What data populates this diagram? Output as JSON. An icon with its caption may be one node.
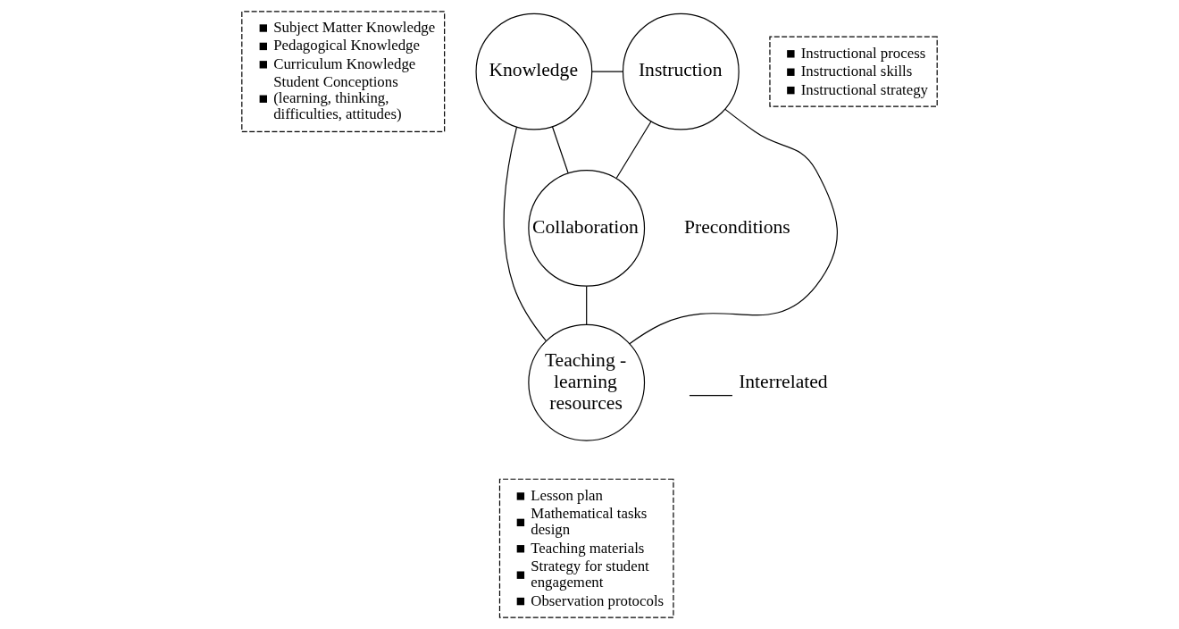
{
  "diagram": {
    "nodes": [
      {
        "text": [
          "Subject Matter Knowledge",
          "Pedagogical Knowledge",
          "Curriculum Knowledge",
          "Student Conceptions (learning, thinking, difficulties, attitudes)"
        ]
      },
      {
        "text": [
          "Knowledge"
        ]
      },
      {
        "text": [
          "Collaboration"
        ]
      },
      {
        "text": [
          "Instruction"
        ]
      },
      {
        "text": [
          "Instructional process",
          "Instructional skills",
          "Instructional strategy"
        ]
      },
      {
        "text": [
          "Teaching - learning resources"
        ]
      },
      {
        "text": [
          "Lesson plan",
          "Mathematical tasks design",
          "Teaching materials",
          "Strategy for student engagement",
          "Observation protocols"
        ]
      }
    ],
    "edges": [
      {
        "from": 1,
        "to": 3,
        "arrow": "none"
      },
      {
        "from": 1,
        "to": 2,
        "arrow": "none"
      },
      {
        "from": 2,
        "to": 3,
        "arrow": "none"
      },
      {
        "from": 2,
        "to": 5,
        "arrow": "none"
      },
      {
        "from": 1,
        "to": 5,
        "arrow": "none"
      },
      {
        "from": 3,
        "to": 5,
        "arrow": "none"
      }
    ],
    "labels": [
      "Preconditions"
    ],
    "legend": [
      {
        "text": "Interrelated"
      }
    ]
  }
}
